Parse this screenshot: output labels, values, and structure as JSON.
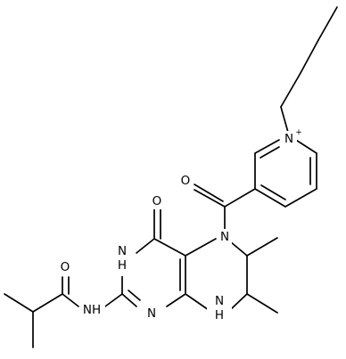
{
  "molecule": {
    "atoms": {
      "n_plus": "N",
      "charge": "+",
      "o_ketone": "O",
      "n5": "N",
      "o_lactam": "O",
      "n3h": "NH",
      "n1": "N",
      "n8h": "NH",
      "n_amide": "NH",
      "o_amide": "O"
    }
  }
}
